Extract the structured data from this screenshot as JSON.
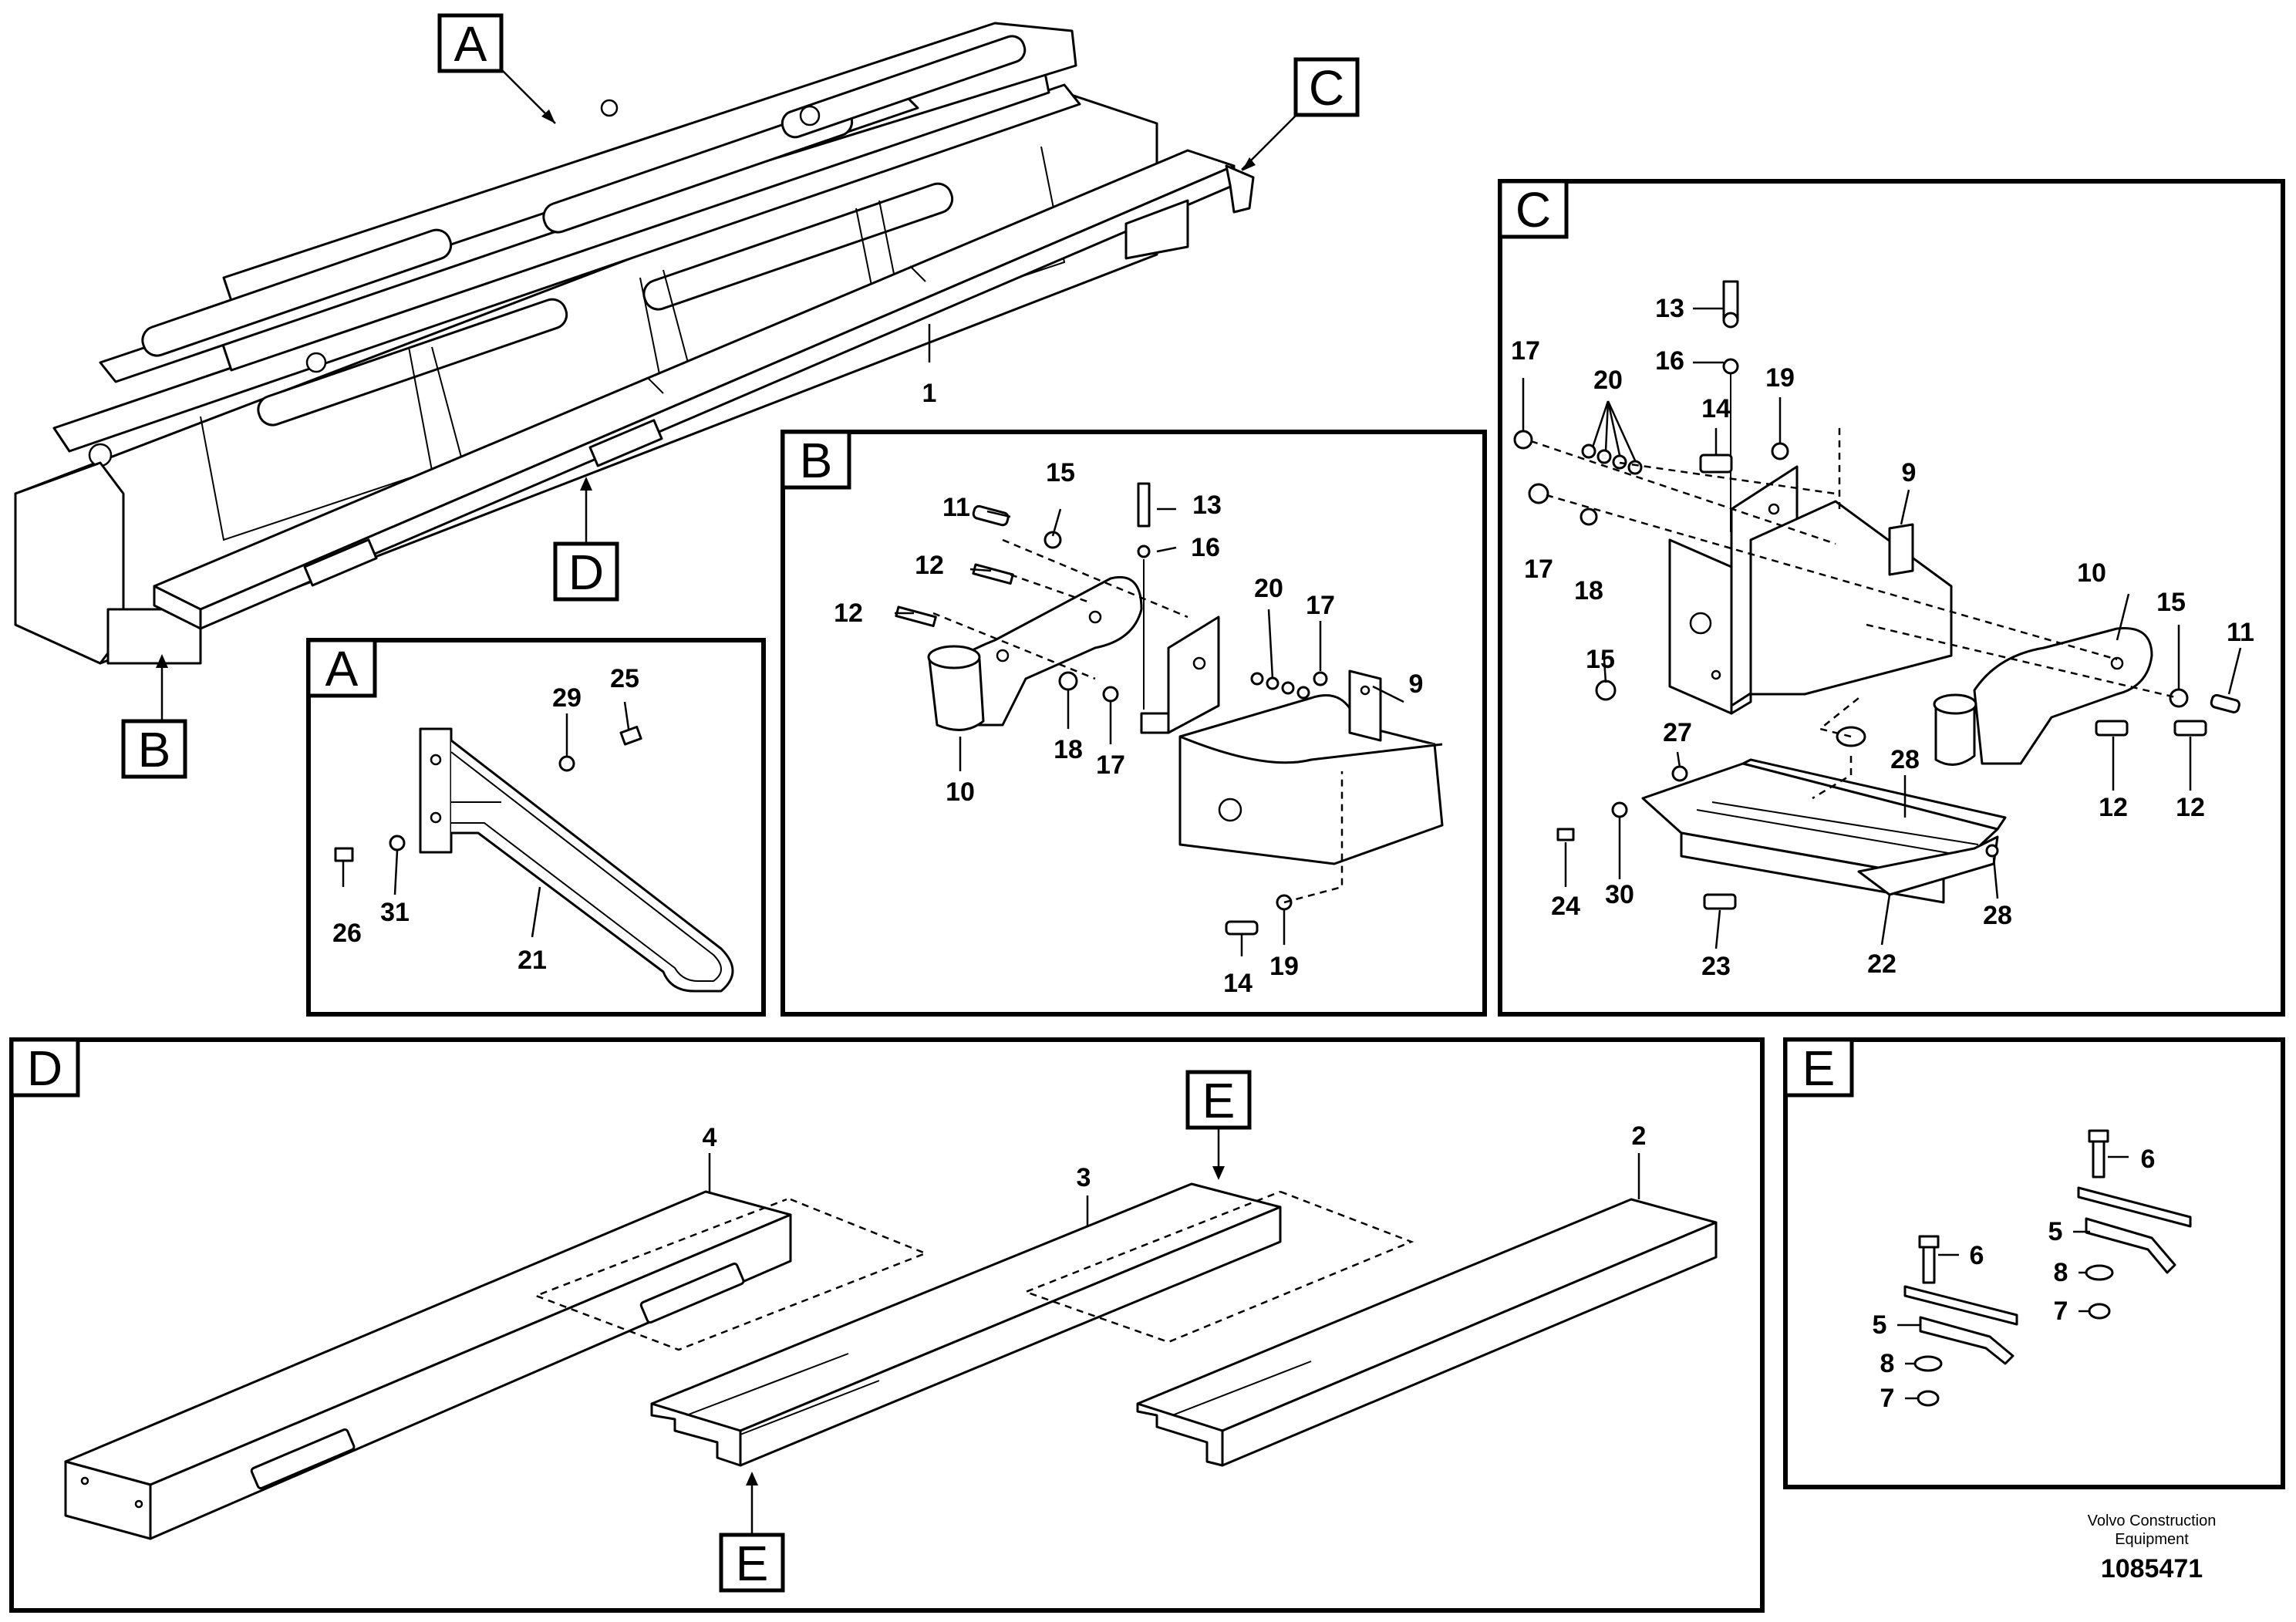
{
  "panels": {
    "A": "A",
    "B": "B",
    "C": "C",
    "D": "D",
    "E": "E"
  },
  "overview": {
    "callouts": {
      "A": "A",
      "B": "B",
      "C": "C",
      "D": "D"
    },
    "part_numbers": {
      "p1": "1"
    }
  },
  "panel_A": {
    "part_numbers": {
      "p21": "21",
      "p25": "25",
      "p26": "26",
      "p29": "29",
      "p31": "31"
    }
  },
  "panel_B": {
    "part_numbers": {
      "p9": "9",
      "p10": "10",
      "p11": "11",
      "p12a": "12",
      "p12b": "12",
      "p13": "13",
      "p14": "14",
      "p15": "15",
      "p16": "16",
      "p17a": "17",
      "p17b": "17",
      "p18": "18",
      "p19": "19",
      "p20": "20"
    }
  },
  "panel_C": {
    "part_numbers": {
      "p9": "9",
      "p10": "10",
      "p11": "11",
      "p12a": "12",
      "p12b": "12",
      "p13": "13",
      "p14": "14",
      "p15a": "15",
      "p15b": "15",
      "p16": "16",
      "p17a": "17",
      "p17b": "17",
      "p18": "18",
      "p19": "19",
      "p20": "20",
      "p22": "22",
      "p23": "23",
      "p24": "24",
      "p27": "27",
      "p28a": "28",
      "p28b": "28",
      "p30": "30"
    }
  },
  "panel_D": {
    "callouts": {
      "E_top": "E",
      "E_bottom": "E"
    },
    "part_numbers": {
      "p2": "2",
      "p3": "3",
      "p4": "4"
    }
  },
  "panel_E": {
    "part_numbers": {
      "p5a": "5",
      "p5b": "5",
      "p6a": "6",
      "p6b": "6",
      "p7a": "7",
      "p7b": "7",
      "p8a": "8",
      "p8b": "8"
    }
  },
  "footer": {
    "credit_line1": "Volvo Construction",
    "credit_line2": "Equipment",
    "doc_number": "1085471"
  }
}
